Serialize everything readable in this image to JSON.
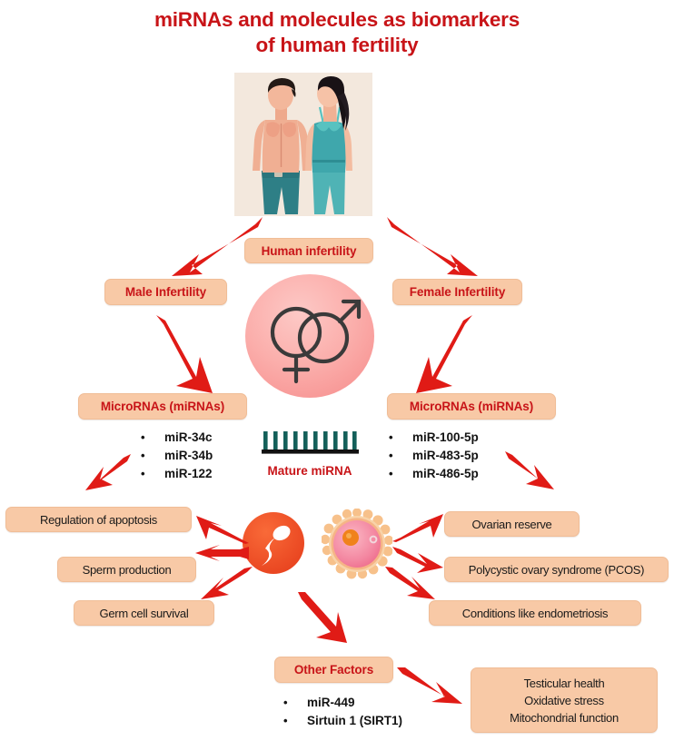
{
  "title": {
    "line1": "miRNAs and molecules as biomarkers",
    "line2": "of human fertility",
    "color": "#C81418"
  },
  "illustration": {
    "couple": "couple-illustration",
    "gender_symbol": "male-female-symbol",
    "sperm": "sperm-cell-icon",
    "egg": "egg-cell-icon",
    "mature_mirna_strand": "mature-mirna-strand-icon"
  },
  "nodes": {
    "human_infertility": "Human infertility",
    "male_infertility": "Male Infertility",
    "female_infertility": "Female Infertility",
    "male_mirnas": "MicroRNAs  (miRNAs)",
    "female_mirnas": "MicroRNAs  (miRNAs)",
    "mature_mirna": "Mature  miRNA",
    "other_factors": "Other Factors"
  },
  "male_mirna_list": [
    "miR-34c",
    "miR-34b",
    "miR-122"
  ],
  "female_mirna_list": [
    "miR-100-5p",
    "miR-483-5p",
    "miR-486-5p"
  ],
  "other_factors_list": [
    "miR-449",
    "Sirtuin 1 (SIRT1)"
  ],
  "male_outcomes": [
    "Regulation of apoptosis",
    "Sperm production",
    "Germ cell survival"
  ],
  "female_outcomes": [
    "Ovarian reserve",
    "Polycystic ovary syndrome (PCOS)",
    "Conditions like endometriosis"
  ],
  "other_outcomes": {
    "line1": "Testicular health",
    "line2": "Oxidative stress",
    "line3": "Mitochondrial function"
  },
  "bullet_glyph": "•",
  "colors": {
    "title_red": "#C81418",
    "arrow_red": "#E01B16",
    "box_fill": "#F8C9A6",
    "box_border": "#F0BD97",
    "text_dark": "#1A1A1A",
    "mirna_strand": "#14605A",
    "sperm_circle": "#F04A28",
    "gender_circle": "#F9A8A8"
  }
}
